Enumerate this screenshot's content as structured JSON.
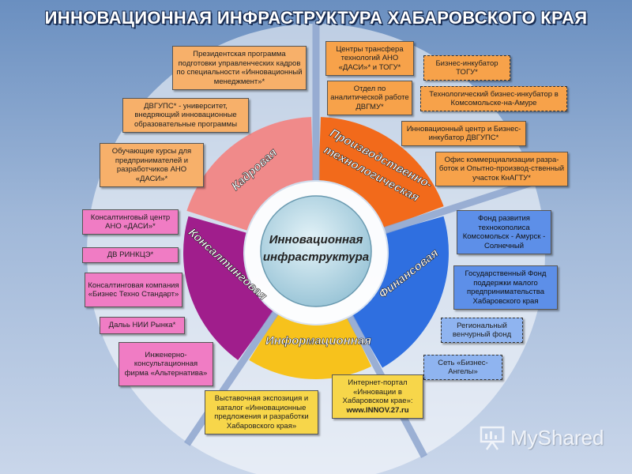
{
  "title": "ИННОВАЦИОННАЯ ИНФРАСТРУКТУРА ХАБАРОВСКОГО КРАЯ",
  "center": {
    "line1": "Инновационная",
    "line2": "инфраструктура"
  },
  "sectors": {
    "kadrovaya": "Кадровая",
    "proizv_line1": "Производственно-",
    "proizv_line2": "технологическая",
    "finansovaya": "Финансовая",
    "informacionnaya": "Информационная",
    "konsaltingovaya": "Консалтинговая"
  },
  "boxes": {
    "kadr_1": "Президентская программа подготовки управленческих кадров по специальности «Инновационный менеджмент»*",
    "kadr_2": "ДВГУПС* - университет, внедряющий инновационные образовательные программы",
    "kadr_3": "Обучающие курсы для предпринимателей и разработчиков АНО «ДАСИ»*",
    "prod_1": "Центры трансфера технологий АНО «ДАСИ»* и ТОГУ*",
    "prod_2": "Отдел по аналитической работе ДВГМУ*",
    "prod_3": "Бизнес-инкубатор ТОГУ*",
    "prod_4": "Технологический бизнес-инкубатор в Комсомольске-на-Амуре",
    "prod_5": "Инновационный центр и Бизнес-инкубатор ДВГУПС*",
    "prod_6": "Офис коммерциализации разра-боток и Опытно-производ-ственный участок КнАГТУ*",
    "fin_1": "Фонд развития технокополиса Комсомольск - Амурск - Солнечный",
    "fin_2": "Государственный Фонд поддержки малого предпринимательства Хабаровского края",
    "fin_3": "Региональный венчурный фонд",
    "fin_4": "Сеть «Бизнес-Ангелы»",
    "info_1": "Выставочная экспозиция и каталог «Инновационные предложения и разработки Хабаровского края»",
    "info_2": "Интернет-портал «Инновации в Хабаровском крае»:",
    "info_2_url": "www.INNOV.27.ru",
    "kons_1": "Консалтинговый центр АНО «ДАСИ»*",
    "kons_2": "ДВ РИНКЦЭ*",
    "kons_3": "Консалтинговая компания «Бизнес Техно Стандарт»",
    "kons_4": "Дальь НИИ Рынка*",
    "kons_5": "Инженерно-консультационная фирма «Альтернатива»"
  },
  "logo": {
    "text": "MyShared",
    "icon": "presentation-board-icon"
  },
  "colors": {
    "kadrovaya": "#f08a8a",
    "proizv": "#f26a1b",
    "finansovaya": "#2f6fe0",
    "informacionnaya": "#f7c21c",
    "konsaltingovaya": "#a01e8c",
    "center": "#b8dbe8"
  }
}
